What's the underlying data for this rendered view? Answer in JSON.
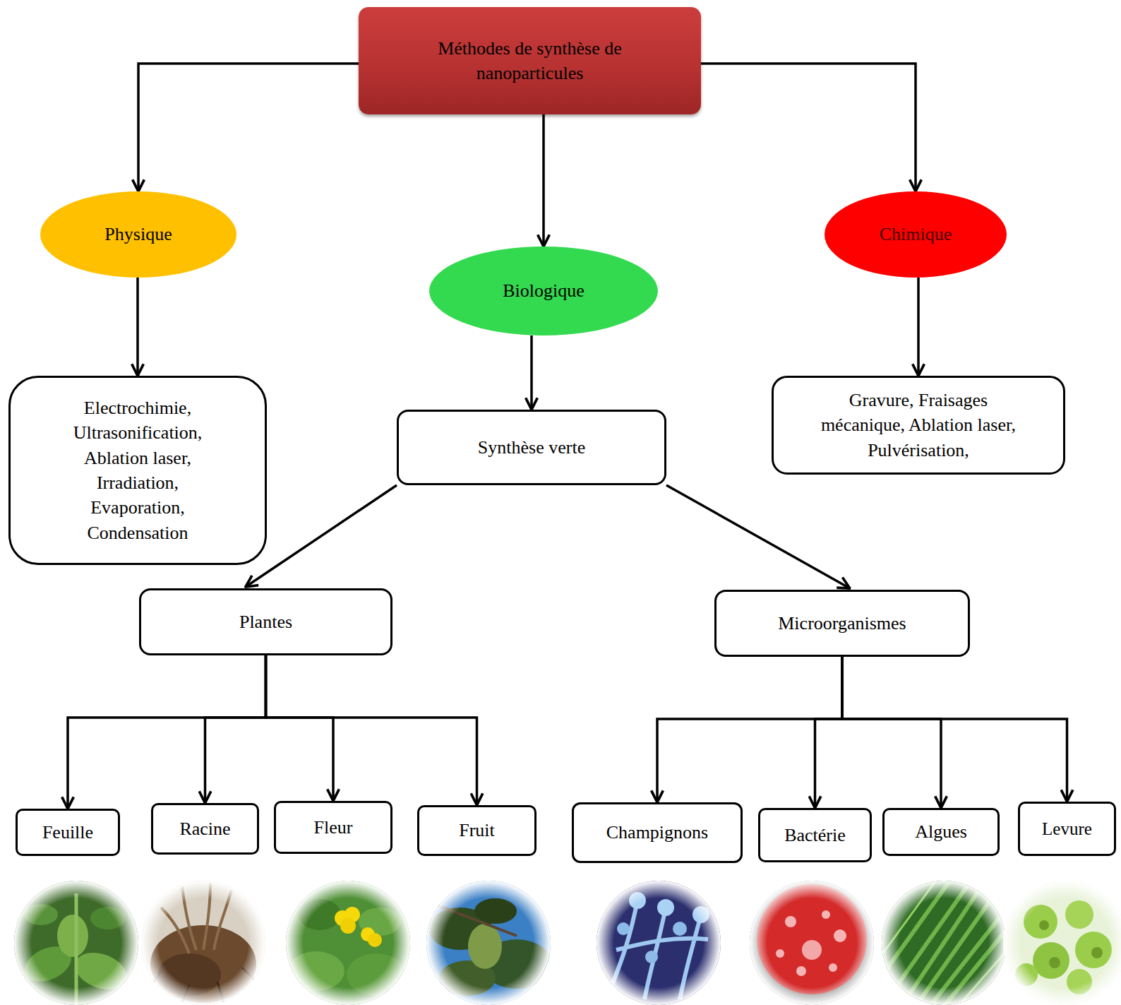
{
  "diagram": {
    "nodes": [
      {
        "text": [
          "Méthodes de synthèse de nanoparticules"
        ]
      },
      {
        "text": [
          "Physique"
        ]
      },
      {
        "text": [
          "Biologique"
        ]
      },
      {
        "text": [
          "Chimique"
        ]
      },
      {
        "text": [
          "Electrochimie, Ultrasonification, Ablation laser, Irradiation, Evaporation, Condensation"
        ]
      },
      {
        "text": [
          "Synthèse verte"
        ]
      },
      {
        "text": [
          "Gravure, Fraisages mécanique, Ablation laser, Pulvérisation,"
        ]
      },
      {
        "text": [
          "Plantes"
        ]
      },
      {
        "text": [
          "Microorganismes"
        ]
      },
      {
        "text": [
          "Feuille"
        ]
      },
      {
        "text": [
          "Racine"
        ]
      },
      {
        "text": [
          "Fleur"
        ]
      },
      {
        "text": [
          "Fruit"
        ]
      },
      {
        "text": [
          "Champignons"
        ]
      },
      {
        "text": [
          "Bactérie"
        ]
      },
      {
        "text": [
          "Algues"
        ]
      },
      {
        "text": [
          "Levure"
        ]
      }
    ],
    "edges": [
      {
        "from": 0,
        "to": 1,
        "arrow": "to"
      },
      {
        "from": 0,
        "to": 2,
        "arrow": "to"
      },
      {
        "from": 0,
        "to": 3,
        "arrow": "to"
      },
      {
        "from": 1,
        "to": 4,
        "arrow": "to"
      },
      {
        "from": 2,
        "to": 5,
        "arrow": "to"
      },
      {
        "from": 3,
        "to": 6,
        "arrow": "to"
      },
      {
        "from": 5,
        "to": 7,
        "arrow": "to"
      },
      {
        "from": 5,
        "to": 8,
        "arrow": "to"
      },
      {
        "from": 7,
        "to": 9,
        "arrow": "to"
      },
      {
        "from": 7,
        "to": 10,
        "arrow": "to"
      },
      {
        "from": 7,
        "to": 11,
        "arrow": "to"
      },
      {
        "from": 7,
        "to": 12,
        "arrow": "to"
      },
      {
        "from": 8,
        "to": 13,
        "arrow": "to"
      },
      {
        "from": 8,
        "to": 14,
        "arrow": "to"
      },
      {
        "from": 8,
        "to": 15,
        "arrow": "to"
      },
      {
        "from": 8,
        "to": 16,
        "arrow": "to"
      }
    ]
  }
}
